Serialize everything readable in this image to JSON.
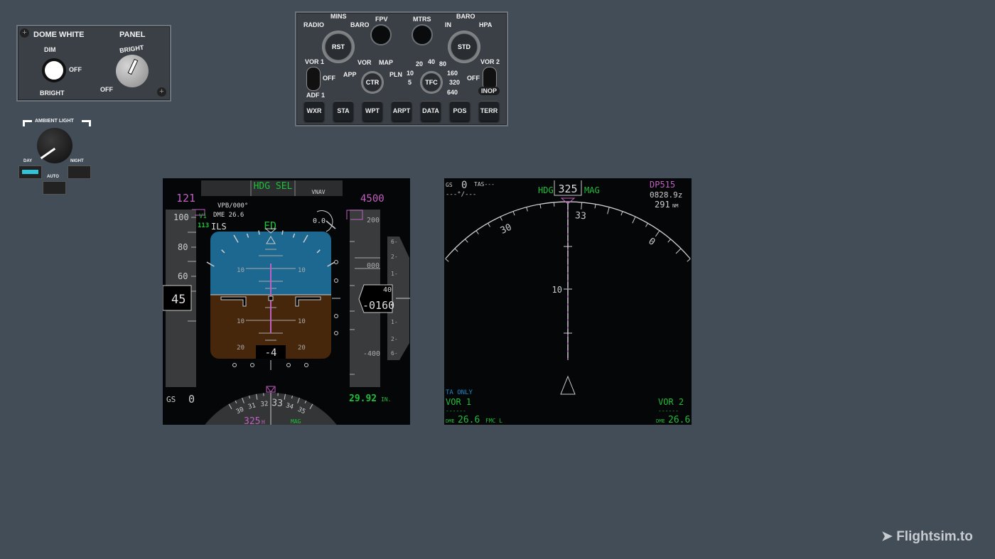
{
  "light_panel": {
    "dome_white": "DOME WHITE",
    "dim": "DIM",
    "off": "OFF",
    "bright": "BRIGHT",
    "panel": "PANEL",
    "panel_bright": "BRIGHT",
    "panel_off": "OFF"
  },
  "ambient": {
    "title": "AMBIENT LIGHT",
    "day": "DAY",
    "night": "NIGHT",
    "auto": "AUTO",
    "active": "DAY",
    "active_color": "#2ec4dc"
  },
  "efis": {
    "mins": "MINS",
    "radio": "RADIO",
    "baro": "BARO",
    "rst": "RST",
    "fpv": "FPV",
    "mtrs": "MTRS",
    "baro2": "BARO",
    "in": "IN",
    "hpa": "HPA",
    "std": "STD",
    "vor1": "VOR 1",
    "off1": "OFF",
    "adf1": "ADF 1",
    "vor": "VOR",
    "map": "MAP",
    "app": "APP",
    "pln": "PLN",
    "ctr": "CTR",
    "ranges": [
      "5",
      "10",
      "20",
      "40",
      "80",
      "160",
      "320",
      "640"
    ],
    "tfc": "TFC",
    "vor2": "VOR 2",
    "off2": "OFF",
    "inop": "INOP",
    "buttons": [
      "WXR",
      "STA",
      "WPT",
      "ARPT",
      "DATA",
      "POS",
      "TERR"
    ]
  },
  "pfd": {
    "mode_roll": "HDG SEL",
    "mode_pitch": "VNAV",
    "speed_bug": "121",
    "alt_bug": "4500",
    "vpb": "VPB/000°",
    "dme": "DME 26.6",
    "v1": "V1",
    "v1_speed": "113",
    "ils": "ILS",
    "fd": "FD",
    "rate_readout": "0.0",
    "speed_labels": [
      "100",
      "80",
      "60"
    ],
    "speed": "45",
    "alt_labels": [
      "200",
      "000",
      "-400"
    ],
    "altitude": "-0160",
    "alt_upper": "40",
    "vsi_labels": [
      "6",
      "2",
      "1",
      "1",
      "2",
      "6"
    ],
    "pitch_labels": [
      "10",
      "10",
      "10",
      "10",
      "20",
      "20"
    ],
    "pitch_readout": "-4",
    "gs_label": "GS",
    "gs": "0",
    "baro": "29.92",
    "baro_unit": "IN.",
    "heading": "325",
    "heading_suffix": "H",
    "mag": "MAG",
    "compass_labels": [
      "30",
      "31",
      "32",
      "33",
      "34",
      "35"
    ],
    "colors": {
      "sky": "#1d6890",
      "ground": "#47270c",
      "magenta": "#c25fc2",
      "green": "#1fbf3a"
    }
  },
  "nd": {
    "gs_label": "GS",
    "gs": "0",
    "tas": "TAS---",
    "wind": "---°/---",
    "hdg": "HDG",
    "heading": "325",
    "mag": "MAG",
    "waypoint": "DP515",
    "eta": "0828.9z",
    "dist": "291",
    "dist_unit": "NM",
    "arc_labels": [
      "30",
      "33",
      "0"
    ],
    "range_label": "10",
    "ta_only": "TA ONLY",
    "vor1": "VOR 1",
    "vor2": "VOR 2",
    "dashes": "------",
    "dme_label": "DME",
    "dme1": "26.6",
    "dme2": "26.6",
    "fmc": "FMC L"
  },
  "watermark": "Flightsim.to"
}
